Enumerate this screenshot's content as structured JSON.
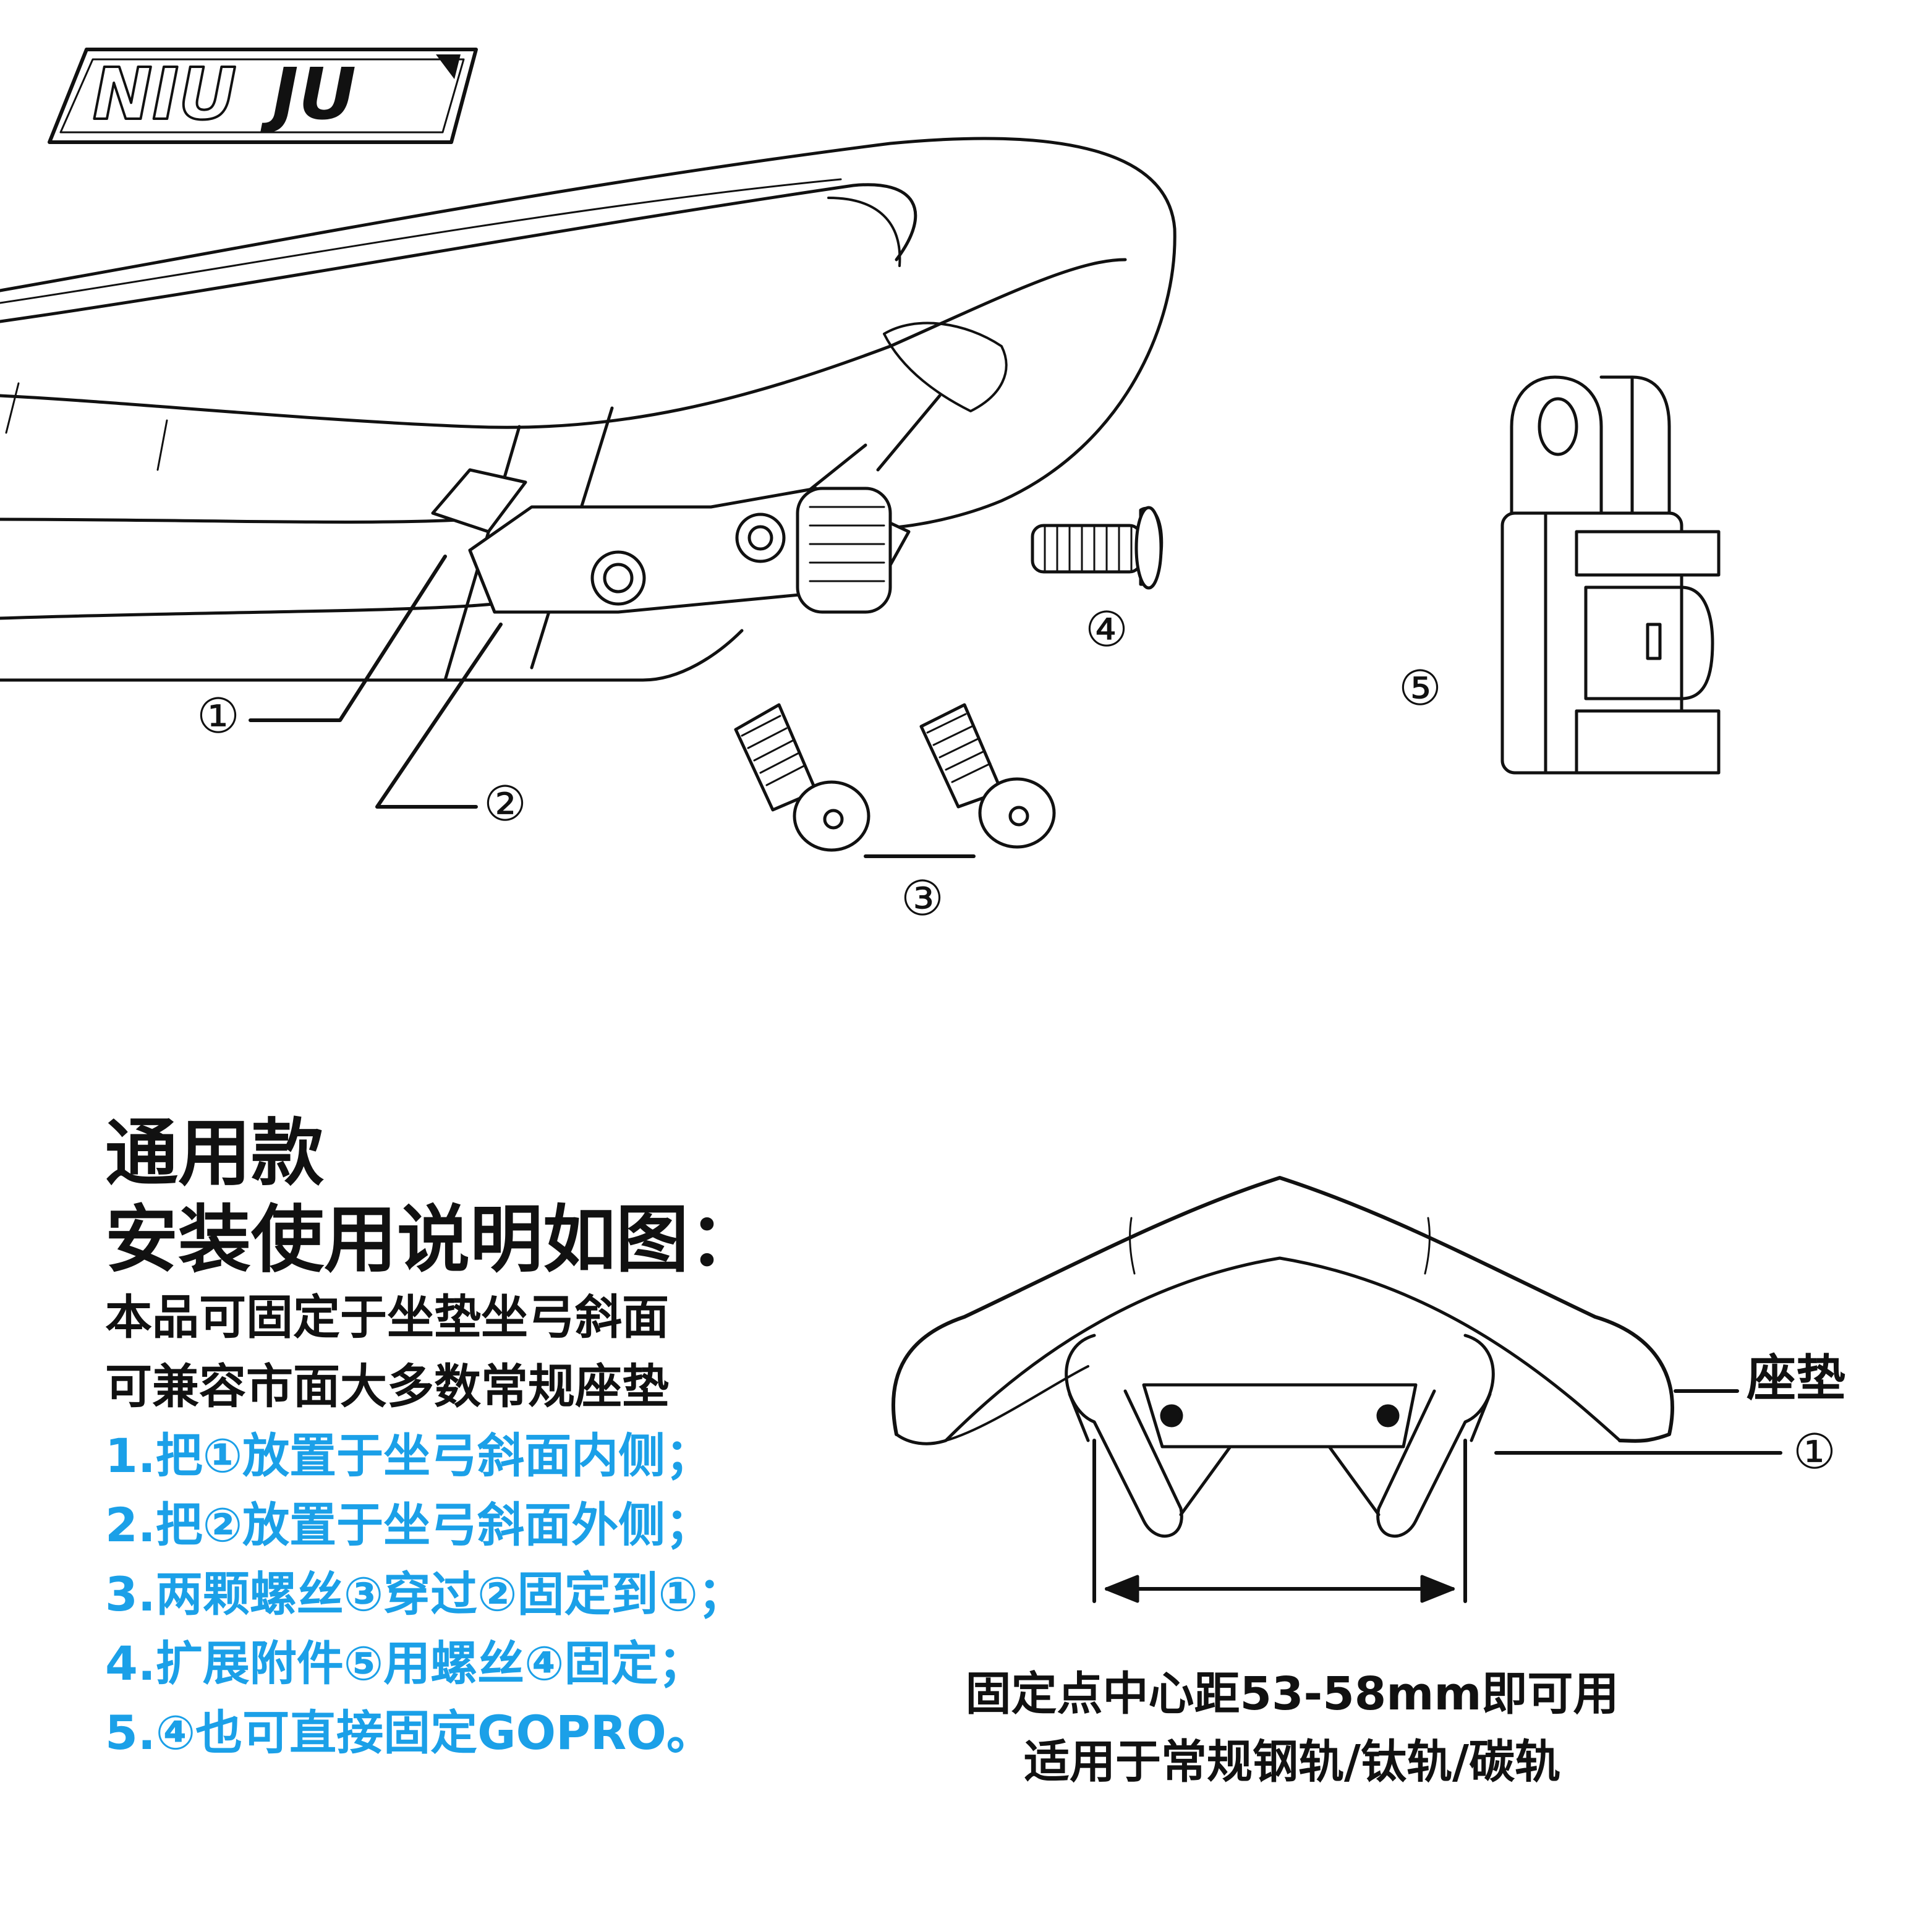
{
  "brand": {
    "logo_text": "NIU JU"
  },
  "part_labels": {
    "p1": "①",
    "p2": "②",
    "p3": "③",
    "p4": "④",
    "p5": "⑤",
    "saddle": "座垫",
    "rail_mount": "①"
  },
  "instructions": {
    "title": "通用款",
    "subtitle": "安装使用说明如图：",
    "desc1": "本品可固定于坐垫坐弓斜面",
    "desc2": "可兼容市面大多数常规座垫",
    "steps": [
      "1.把①放置于坐弓斜面内侧；",
      "2.把②放置于坐弓斜面外侧；",
      "3.两颗螺丝③穿过②固定到①；",
      "4.扩展附件⑤用螺丝④固定；",
      "5.④也可直接固定GOPRO。"
    ]
  },
  "caption": {
    "line1": "固定点中心距53-58mm即可用",
    "line2": "适用于常规钢轨/钛轨/碳轨"
  },
  "colors": {
    "line": "#111111",
    "steps": "#1ba0e8",
    "background": "#ffffff"
  }
}
